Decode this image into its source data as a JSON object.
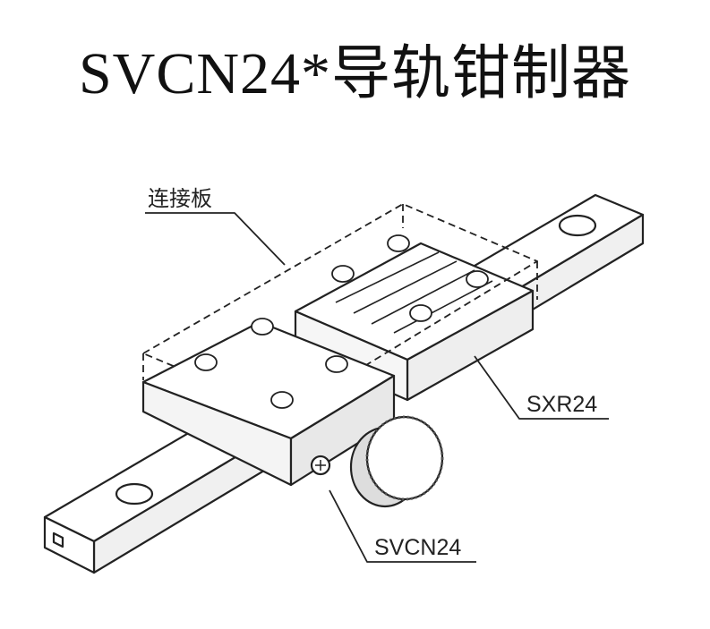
{
  "title": "SVCN24*导轨钳制器",
  "labels": {
    "plate": "连接板",
    "block": "SXR24",
    "clamp": "SVCN24"
  },
  "colors": {
    "line": "#222222",
    "face": "#ffffff",
    "shade": "#e6e6e6"
  }
}
